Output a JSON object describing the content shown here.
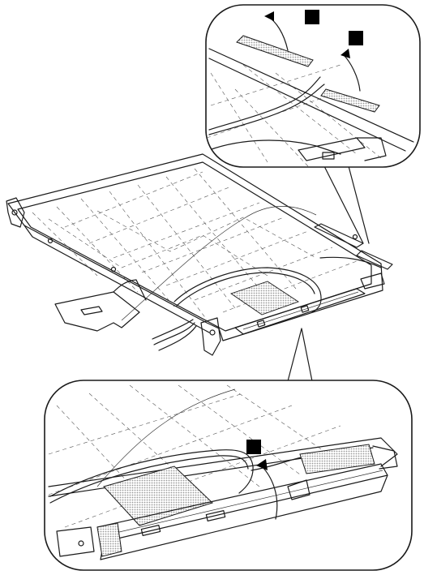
{
  "figure": {
    "markers": [
      {
        "id": "a",
        "label": ""
      },
      {
        "id": "b",
        "label": ""
      },
      {
        "id": "c",
        "label": ""
      }
    ],
    "colors": {
      "line": "#1a1a1a",
      "marker": "#000000",
      "shade": "#d6d6d6",
      "background": "#ffffff"
    }
  }
}
